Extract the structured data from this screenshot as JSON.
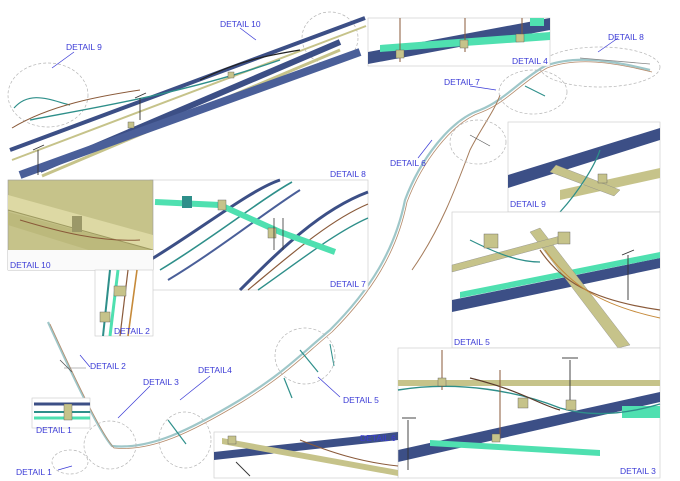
{
  "diagram": {
    "callouts": [
      {
        "id": "d1",
        "label": "DETAIL 1"
      },
      {
        "id": "d2",
        "label": "DETAIL 2"
      },
      {
        "id": "d3",
        "label": "DETAIL 3"
      },
      {
        "id": "d4",
        "label": "DETAIL4"
      },
      {
        "id": "d5",
        "label": "DETAIL 5"
      },
      {
        "id": "d6",
        "label": "DETAIL 6"
      },
      {
        "id": "d7",
        "label": "DETAIL 7"
      },
      {
        "id": "d8",
        "label": "DETAIL 8"
      },
      {
        "id": "d9",
        "label": "DETAIL 9"
      },
      {
        "id": "d10",
        "label": "DETAIL 10"
      }
    ],
    "panels": [
      {
        "id": "p10",
        "title": "DETAIL 10"
      },
      {
        "id": "p8",
        "title": "DETAIL 8"
      },
      {
        "id": "p7",
        "title": "DETAIL 7"
      },
      {
        "id": "p4",
        "title": "DETAIL 4"
      },
      {
        "id": "p9",
        "title": "DETAIL 9"
      },
      {
        "id": "p5",
        "title": "DETAIL 5"
      },
      {
        "id": "p3",
        "title": "DETAIL 3"
      },
      {
        "id": "p2",
        "title": "DETAIL 2"
      },
      {
        "id": "p1",
        "title": "DETAIL 1"
      },
      {
        "id": "p6",
        "title": "DETAIL 6"
      }
    ],
    "colors": {
      "label": "#3b3bd6",
      "beam_navy": "#3c4f86",
      "beam_olive": "#c6c38a",
      "pipe_aqua": "#4fe0b0",
      "pipe_teal": "#2e8f8a",
      "cable_brown": "#8a5a3a",
      "pole_dark": "#333333"
    }
  }
}
